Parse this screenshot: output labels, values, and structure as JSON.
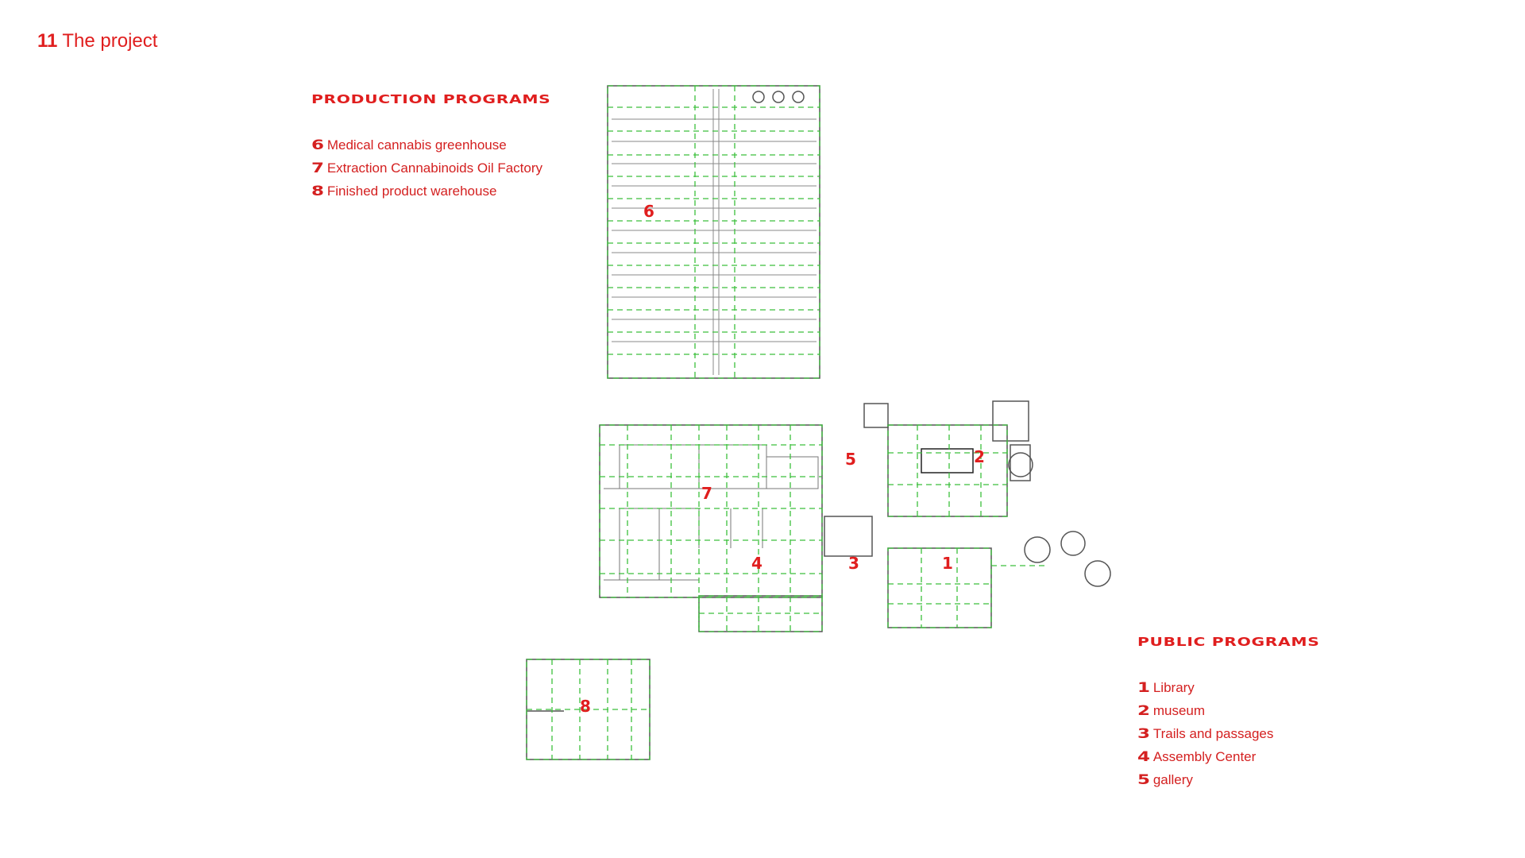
{
  "page": {
    "number": "11",
    "title": "The project"
  },
  "production": {
    "heading": "PRODUCTION PROGRAMS",
    "items": [
      {
        "num": "6",
        "label": "Medical cannabis greenhouse"
      },
      {
        "num": "7",
        "label": "Extraction Cannabinoids Oil Factory"
      },
      {
        "num": "8",
        "label": "Finished product warehouse"
      }
    ]
  },
  "public": {
    "heading": "PUBLIC PROGRAMS",
    "items": [
      {
        "num": "1",
        "label": "Library"
      },
      {
        "num": "2",
        "label": "museum"
      },
      {
        "num": "3",
        "label": "Trails and passages"
      },
      {
        "num": "4",
        "label": "Assembly Center"
      },
      {
        "num": "5",
        "label": "gallery"
      }
    ]
  },
  "plan_labels": {
    "l1": "1",
    "l2": "2",
    "l3": "3",
    "l4": "4",
    "l5": "5",
    "l6": "6",
    "l7": "7",
    "l8": "8"
  },
  "colors": {
    "accent": "#e01e1e",
    "grid": "#3cbf3c",
    "outline": "#555555"
  }
}
